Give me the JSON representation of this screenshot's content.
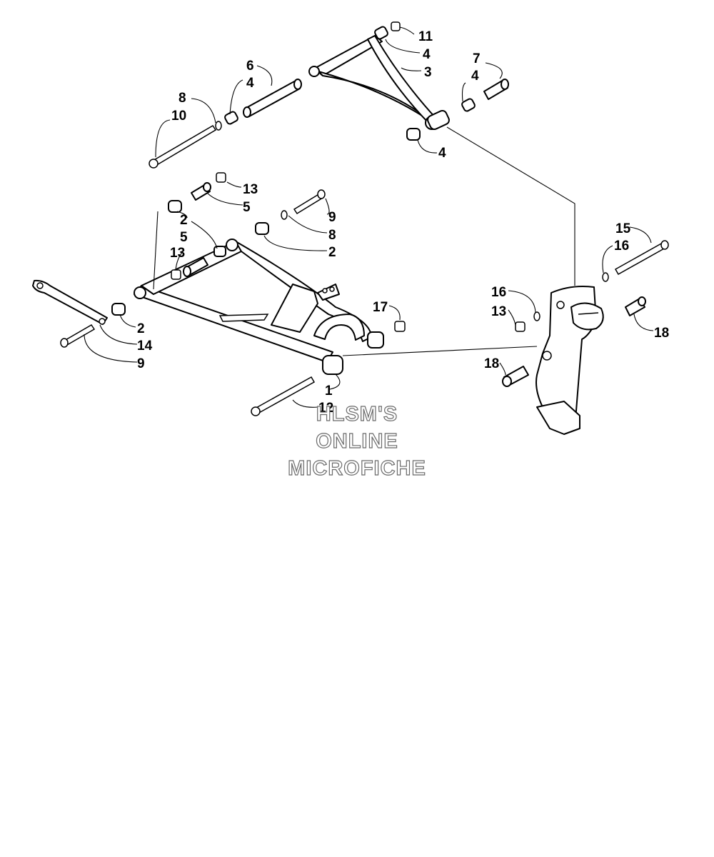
{
  "diagram": {
    "callouts": [
      "11",
      "4",
      "3",
      "6",
      "4",
      "7",
      "4",
      "8",
      "10",
      "4",
      "13",
      "5",
      "9",
      "2",
      "8",
      "5",
      "2",
      "13",
      "15",
      "16",
      "16",
      "13",
      "17",
      "18",
      "2",
      "14",
      "9",
      "18",
      "1",
      "12"
    ],
    "watermark": [
      "HLSM'S",
      "ONLINE",
      "MICROFICHE"
    ]
  }
}
